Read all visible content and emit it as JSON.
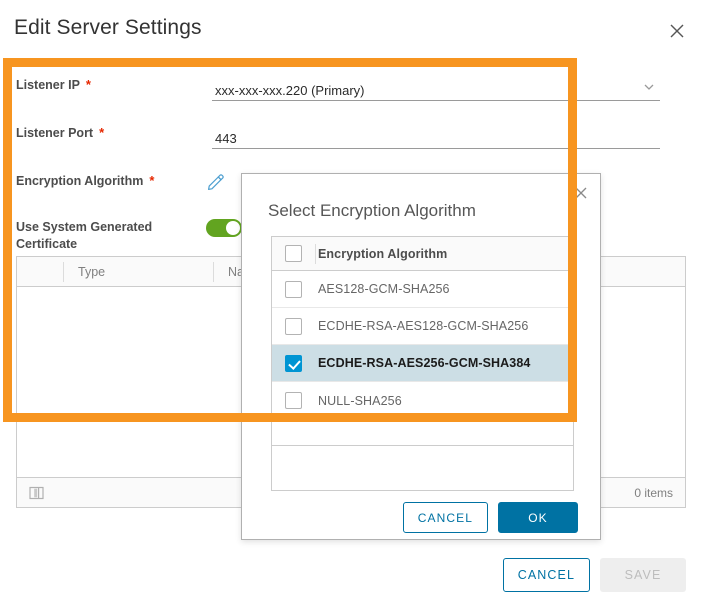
{
  "dialog": {
    "title": "Edit Server Settings",
    "close_icon": "close-icon"
  },
  "form": {
    "fields": [
      {
        "label": "Listener IP",
        "required_mark": "*",
        "value": "xxx-xxx-xxx.220 (Primary)",
        "control": "select",
        "caret_icon": "chevron-down-icon"
      },
      {
        "label": "Listener Port",
        "required_mark": "*",
        "value": "443",
        "control": "text"
      },
      {
        "label": "Encryption Algorithm",
        "required_mark": "*",
        "value": "",
        "control": "edit-pencil",
        "icon": "pencil-icon"
      },
      {
        "label": "Use System Generated Certificate",
        "required_mark": "",
        "value": "on",
        "control": "toggle",
        "color": "#62a420"
      }
    ]
  },
  "grid": {
    "columns": [
      "",
      "Type",
      "Name",
      "",
      ""
    ],
    "rows": [],
    "footer": {
      "column_picker_icon": "column-picker-icon",
      "item_count": "0 items"
    }
  },
  "footer": {
    "cancel_label": "CANCEL",
    "save_label": "SAVE",
    "save_disabled": true
  },
  "modal": {
    "title": "Select Encryption Algorithm",
    "close_icon": "close-icon",
    "list": {
      "header": {
        "checkbox": "select-all-checkbox",
        "label": "Encryption Algorithm"
      },
      "items": [
        {
          "label": "AES128-GCM-SHA256",
          "checked": false
        },
        {
          "label": "ECDHE-RSA-AES128-GCM-SHA256",
          "checked": false
        },
        {
          "label": "ECDHE-RSA-AES256-GCM-SHA384",
          "checked": true
        },
        {
          "label": "NULL-SHA256",
          "checked": false
        }
      ]
    },
    "cancel_label": "CANCEL",
    "ok_label": "OK"
  },
  "highlight": {
    "color": "#f79520",
    "name": "annotation-highlight-rect"
  }
}
